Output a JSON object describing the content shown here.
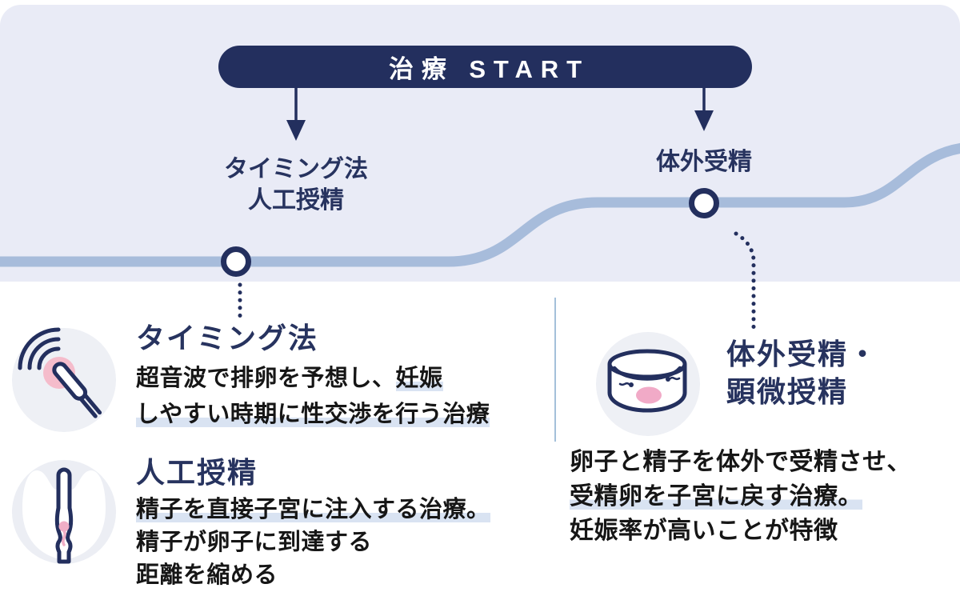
{
  "colors": {
    "panel_bg": "#e9ebf6",
    "navy": "#232f5e",
    "curve_blue": "#a7bcdb",
    "pink": "#f2aecb",
    "highlight_blue": "#d9e3f2",
    "icon_circle_bg": "#eef0f5",
    "body_text": "#161616",
    "divider_blue": "#a4c0da"
  },
  "flow": {
    "start_label": "治療 START",
    "left_branch": {
      "label_line1": "タイミング法",
      "label_line2": "人工授精"
    },
    "right_branch": {
      "label": "体外受精"
    }
  },
  "sections": {
    "timing": {
      "icon": "ultrasound-probe-icon",
      "title": "タイミング法",
      "desc_line1_plain": "超音波で排卵を予想し、",
      "desc_line1_marked": "妊娠",
      "desc_line2_marked": "しやすい時期に性交渉を行う治療"
    },
    "artificial_insemination": {
      "icon": "insemination-catheter-icon",
      "title": "人工授精",
      "desc_line1_marked": "精子を直接子宮に注入する治療。",
      "desc_line2": "精子が卵子に到達する",
      "desc_line3": "距離を縮める"
    },
    "ivf": {
      "icon": "petri-dish-icon",
      "title_line1": "体外受精・",
      "title_line2": "顕微授精",
      "desc_line1": "卵子と精子を体外で受精させ、",
      "desc_line2_marked": "受精卵を子宮に戻す治療。",
      "desc_line3": "妊娠率が高いことが特徴"
    }
  }
}
